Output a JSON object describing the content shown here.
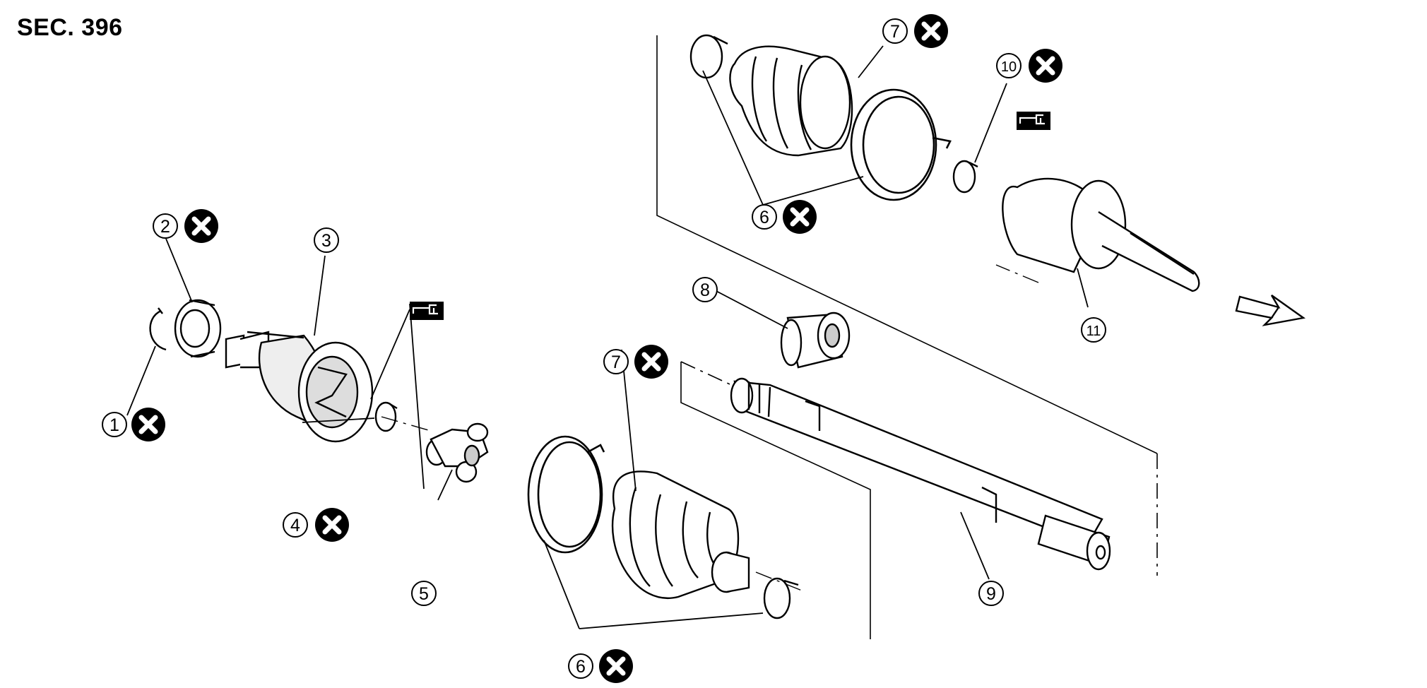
{
  "section_label": "SEC. 396",
  "callouts": {
    "c1": "1",
    "c2": "2",
    "c3": "3",
    "c4": "4",
    "c5": "5",
    "c6a": "6",
    "c6b": "6",
    "c7a": "7",
    "c7b": "7",
    "c8": "8",
    "c9": "9",
    "c10": "10",
    "c11": "11"
  },
  "symbols": {
    "do_not_reuse": "x-mark-icon",
    "grease_point": "grease-gun-icon",
    "direction": "front-arrow-icon"
  }
}
